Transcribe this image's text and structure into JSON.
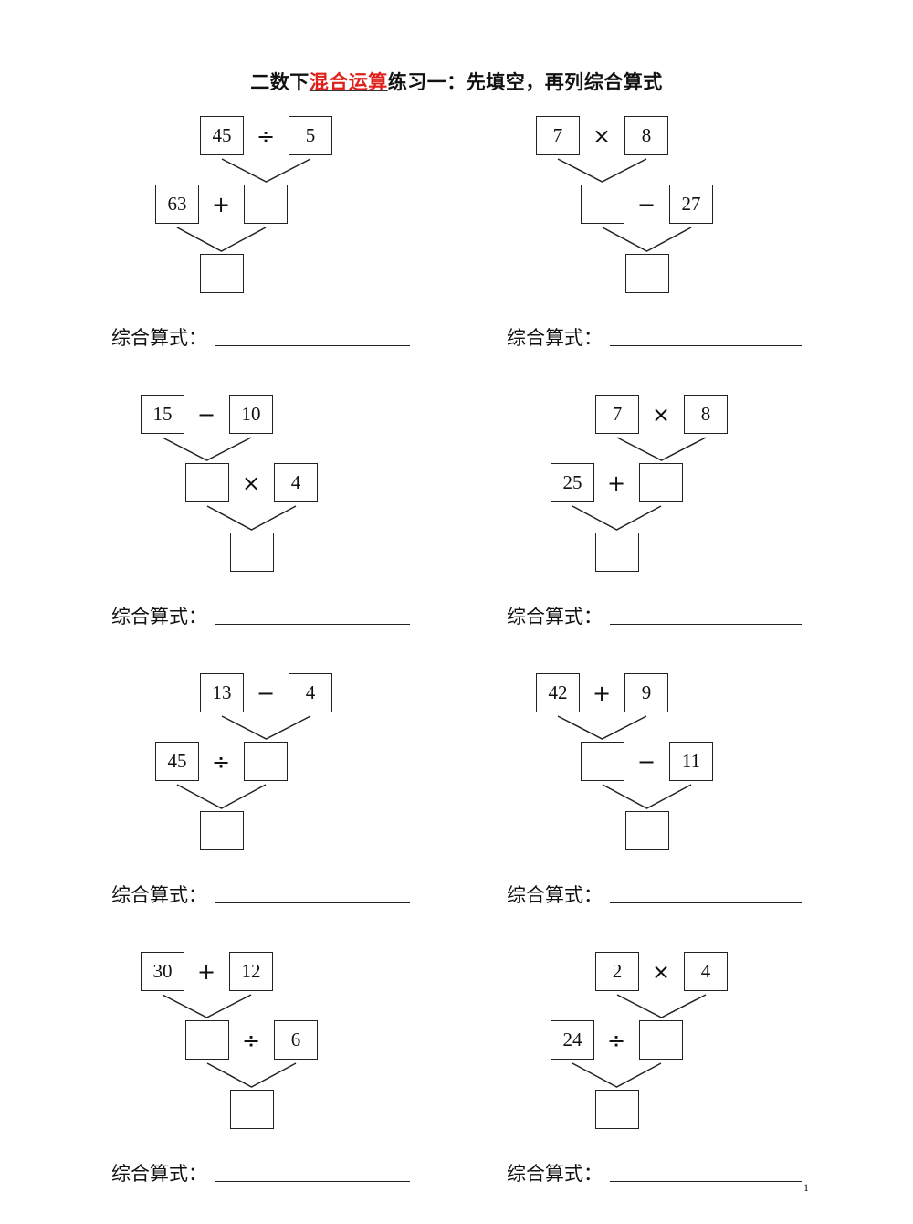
{
  "title": {
    "prefix": "二数下",
    "highlight": "混合运算",
    "suffix": "练习一：先填空，再列综合算式"
  },
  "formula_label": "综合算式：",
  "page_number": "1",
  "problems": [
    {
      "top": [
        "45",
        "÷",
        "5"
      ],
      "mid": [
        "63",
        "+",
        ""
      ]
    },
    {
      "top": [
        "7",
        "×",
        "8"
      ],
      "mid": [
        "",
        "−",
        "27"
      ]
    },
    {
      "top": [
        "15",
        "−",
        "10"
      ],
      "mid": [
        "",
        "×",
        "4"
      ]
    },
    {
      "top": [
        "7",
        "×",
        "8"
      ],
      "mid": [
        "25",
        "+",
        ""
      ]
    },
    {
      "top": [
        "13",
        "−",
        "4"
      ],
      "mid": [
        "45",
        "÷",
        ""
      ]
    },
    {
      "top": [
        "42",
        "+",
        "9"
      ],
      "mid": [
        "",
        "−",
        "11"
      ]
    },
    {
      "top": [
        "30",
        "+",
        "12"
      ],
      "mid": [
        "",
        "÷",
        "6"
      ]
    },
    {
      "top": [
        "2",
        "×",
        "4"
      ],
      "mid": [
        "24",
        "÷",
        ""
      ]
    }
  ],
  "colors": {
    "highlight": "#e0201b"
  }
}
